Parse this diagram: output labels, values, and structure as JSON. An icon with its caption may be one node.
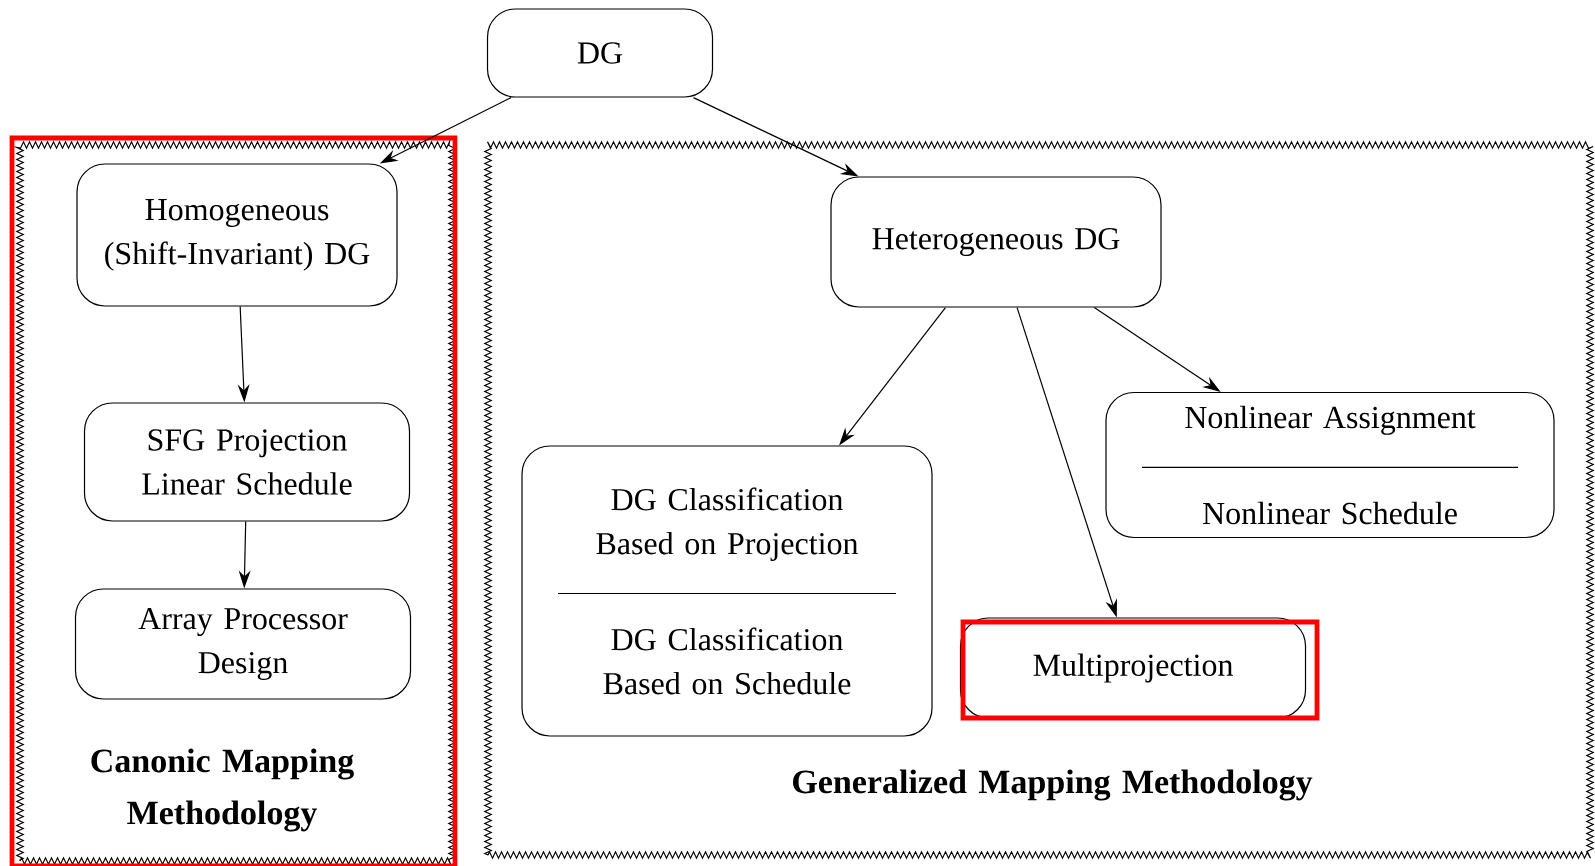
{
  "diagram": {
    "nodes": [
      {
        "text": [
          "DG"
        ]
      },
      {
        "text": [
          "Canonic Mapping Methodology"
        ]
      },
      {
        "text": [
          "Homogeneous (Shift-Invariant) DG"
        ],
        "in": 1
      },
      {
        "text": [
          "SFG Projection Linear Schedule"
        ],
        "in": 1
      },
      {
        "text": [
          "Array Processor Design"
        ],
        "in": 1
      },
      {
        "text": [
          "Generalized Mapping Methodology"
        ]
      },
      {
        "text": [
          "Heterogeneous DG"
        ],
        "in": 5
      },
      {
        "text": [
          "DG Classification Based on Projection",
          "DG Classification Based on Schedule"
        ],
        "in": 5
      },
      {
        "text": [
          "Multiprojection"
        ],
        "in": 5
      },
      {
        "text": [
          "Nonlinear Assignment",
          "Nonlinear Schedule"
        ],
        "in": 5
      }
    ],
    "edges": [
      {
        "from": 0,
        "to": 2,
        "arrow": "to"
      },
      {
        "from": 0,
        "to": 6,
        "arrow": "to"
      },
      {
        "from": 2,
        "to": 3,
        "arrow": "to"
      },
      {
        "from": 3,
        "to": 4,
        "arrow": "to"
      },
      {
        "from": 6,
        "to": 7,
        "arrow": "to"
      },
      {
        "from": 6,
        "to": 8,
        "arrow": "to"
      },
      {
        "from": 6,
        "to": 9,
        "arrow": "to"
      }
    ]
  }
}
